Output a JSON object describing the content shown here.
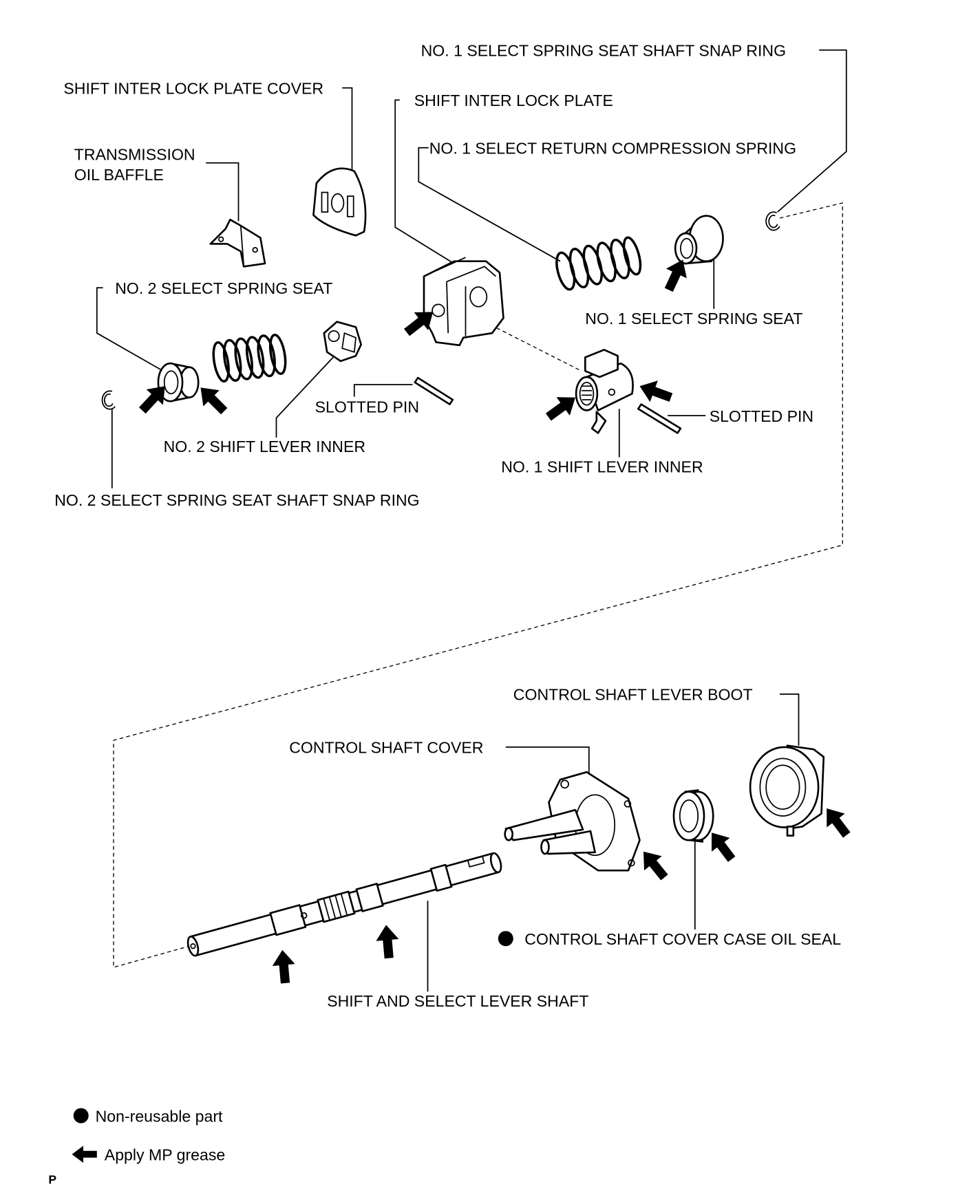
{
  "labels": {
    "snap_ring_1": "NO. 1 SELECT SPRING SEAT SHAFT SNAP RING",
    "interlock_plate_cover": "SHIFT INTER LOCK PLATE COVER",
    "interlock_plate": "SHIFT INTER LOCK PLATE",
    "oil_baffle_line1": "TRANSMISSION",
    "oil_baffle_line2": "OIL BAFFLE",
    "return_spring": "NO. 1 SELECT RETURN COMPRESSION SPRING",
    "spring_seat_2": "NO. 2 SELECT SPRING SEAT",
    "spring_seat_1": "NO. 1 SELECT SPRING SEAT",
    "slotted_pin_left": "SLOTTED PIN",
    "shift_lever_inner_2": "NO. 2 SHIFT LEVER INNER",
    "slotted_pin_right": "SLOTTED PIN",
    "shift_lever_inner_1": "NO. 1 SHIFT LEVER INNER",
    "snap_ring_2": "NO. 2 SELECT SPRING SEAT SHAFT SNAP RING",
    "lever_boot": "CONTROL SHAFT LEVER BOOT",
    "shaft_cover": "CONTROL SHAFT COVER",
    "oil_seal": "CONTROL SHAFT COVER CASE OIL SEAL",
    "lever_shaft": "SHIFT AND SELECT LEVER SHAFT"
  },
  "legend": {
    "non_reusable": "Non-reusable part",
    "non_reusable_icon": "filled-circle-icon",
    "grease": "Apply MP grease",
    "grease_icon": "black-arrow-icon"
  },
  "corner_mark": "P"
}
